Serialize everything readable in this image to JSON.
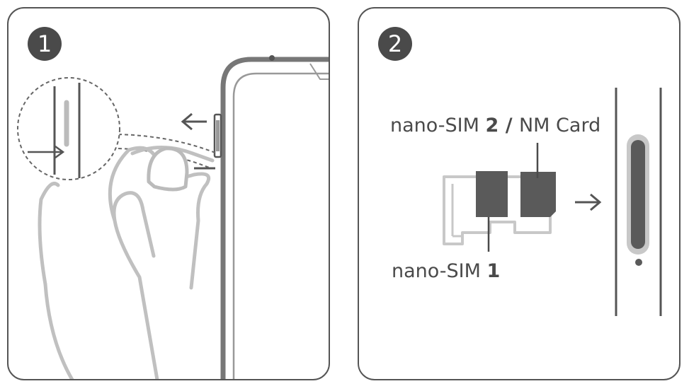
{
  "step1": {
    "number": "1"
  },
  "step2": {
    "number": "2",
    "label_top": {
      "prefix": "nano-SIM ",
      "bold": "2",
      "slash": " / ",
      "suffix": "NM Card"
    },
    "label_bottom": {
      "prefix": "nano-SIM ",
      "bold": "1"
    }
  },
  "colors": {
    "outline": "#555555",
    "dark": "#4a4a4a",
    "light": "#c8c8c8",
    "mid": "#9a9a9a"
  }
}
